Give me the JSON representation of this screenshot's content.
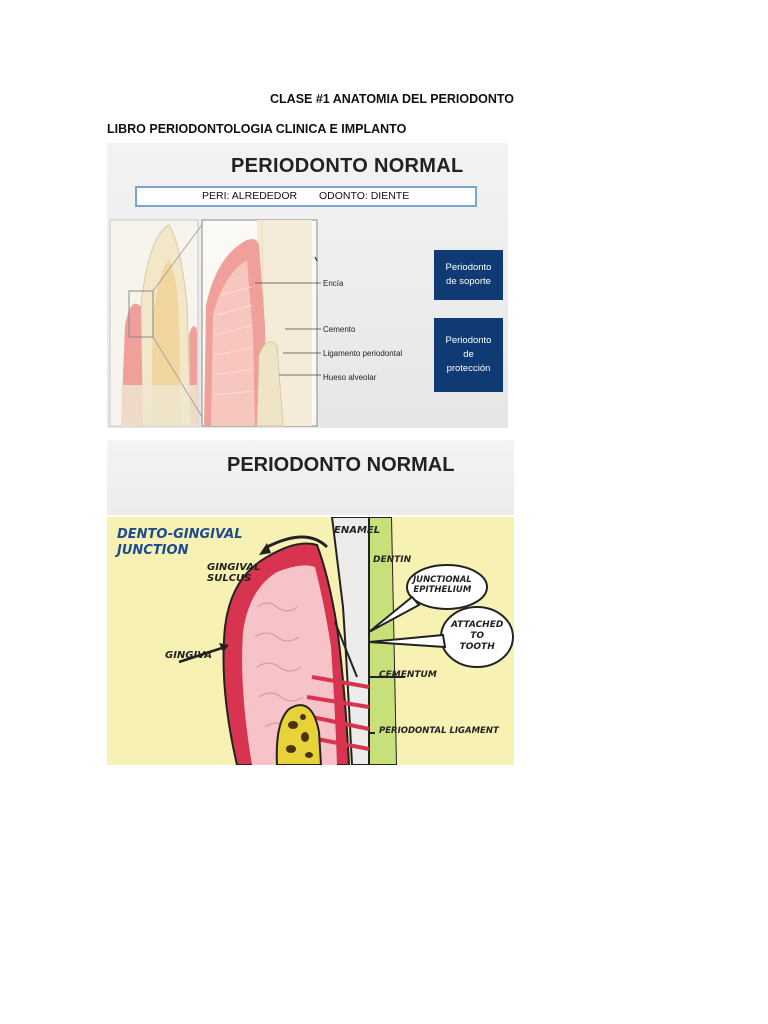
{
  "document": {
    "title": "CLASE #1 ANATOMIA DEL PERIODONTO",
    "subtitle": "LIBRO PERIODONTOLOGIA CLINICA E IMPLANTO"
  },
  "slide1": {
    "title": "PERIODONTO NORMAL",
    "definition": {
      "peri": "PERI:  ALREDEDOR",
      "odonto": "ODONTO: DIENTE"
    },
    "labels": {
      "encia": "Encía",
      "cemento": "Cemento",
      "ligamento": "Ligamento periodontal",
      "hueso": "Hueso alveolar"
    },
    "boxes": {
      "soporte": [
        "Periodonto",
        "de soporte"
      ],
      "proteccion": [
        "Periodonto",
        "de",
        "protección"
      ]
    },
    "colors": {
      "box": "#103a74",
      "gingiva": "#f0a09a",
      "bar_border": "#7aa6cc"
    }
  },
  "slide2": {
    "title": "PERIODONTO NORMAL",
    "labels": {
      "junction": [
        "DENTO-GINGIVAL",
        "JUNCTION"
      ],
      "sulcus": [
        "GINGIVAL",
        "SULCUS"
      ],
      "gingiva": "GINGIVA",
      "enamel": "ENAMEL",
      "dentin": "DENTIN",
      "junctional": [
        "JUNCTIONAL",
        "EPITHELIUM"
      ],
      "attached": [
        "ATTACHED",
        "TO",
        "TOOTH"
      ],
      "cementum": "CEMENTUM",
      "ligament": "PERIODONTAL LIGAMENT"
    },
    "colors": {
      "background": "#f7f2b3",
      "title_blue": "#1d4b8f",
      "gingiva": "#d8344f",
      "dentin": "#c7e07a"
    }
  }
}
